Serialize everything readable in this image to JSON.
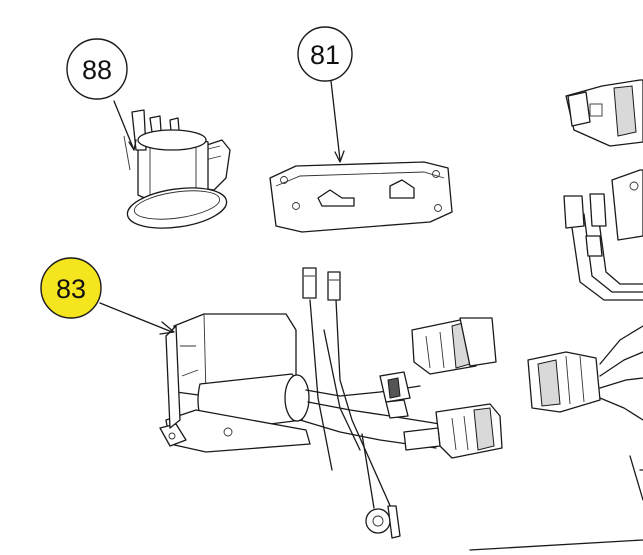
{
  "callouts": [
    {
      "id": "88",
      "label": "88",
      "fill": "#ffffff",
      "highlighted": false
    },
    {
      "id": "81",
      "label": "81",
      "fill": "#ffffff",
      "highlighted": false
    },
    {
      "id": "83",
      "label": "83",
      "fill": "#f5e51e",
      "highlighted": true
    }
  ],
  "parts": [
    {
      "callout": "88",
      "icon": "round-switch-part"
    },
    {
      "callout": "81",
      "icon": "mounting-plate-part"
    },
    {
      "callout": "83",
      "icon": "relay-harness-part"
    }
  ]
}
